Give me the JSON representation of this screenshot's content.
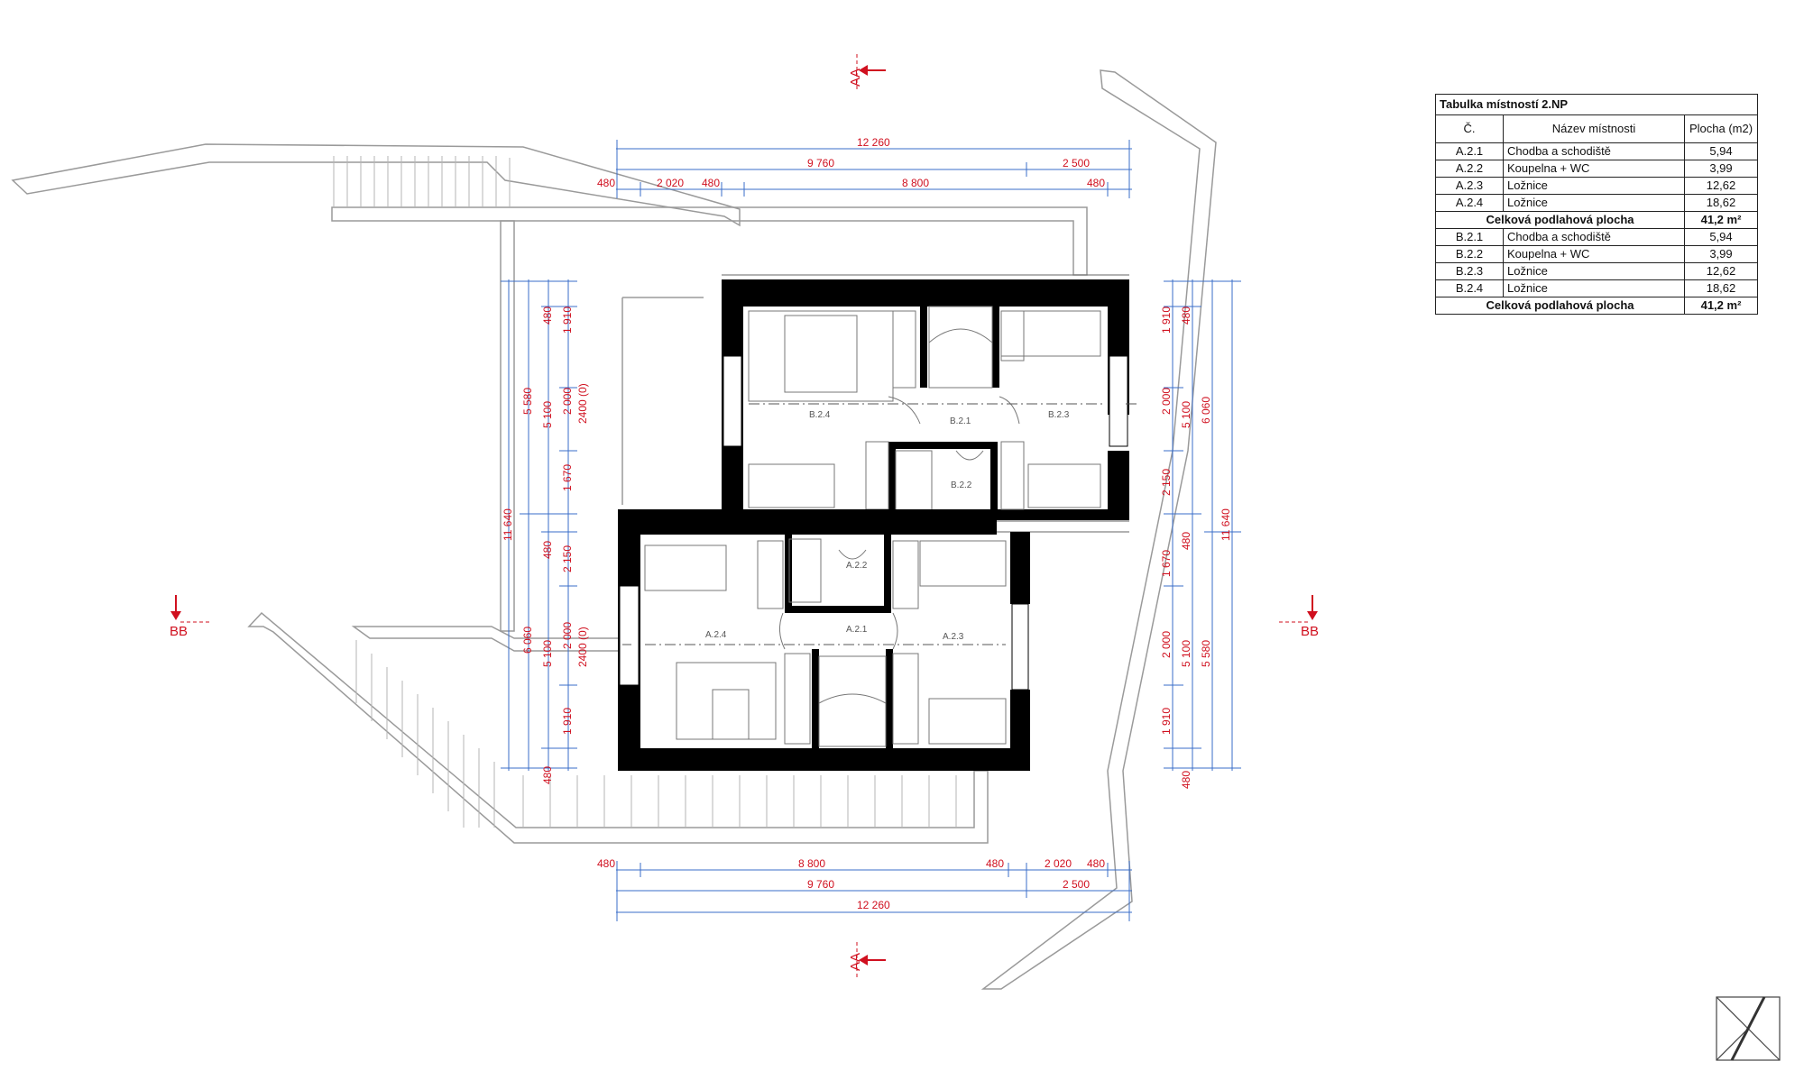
{
  "table": {
    "title": "Tabulka místností 2.NP",
    "headers": {
      "no": "Č.",
      "name": "Název místnosti",
      "area": "Plocha (m2)"
    },
    "groups": [
      {
        "rows": [
          {
            "no": "A.2.1",
            "name": "Chodba a schodiště",
            "area": "5,94"
          },
          {
            "no": "A.2.2",
            "name": "Koupelna + WC",
            "area": "3,99"
          },
          {
            "no": "A.2.3",
            "name": "Ložnice",
            "area": "12,62"
          },
          {
            "no": "A.2.4",
            "name": "Ložnice",
            "area": "18,62"
          }
        ],
        "total_label": "Celková podlahová plocha",
        "total_value": "41,2 m²"
      },
      {
        "rows": [
          {
            "no": "B.2.1",
            "name": "Chodba a schodiště",
            "area": "5,94"
          },
          {
            "no": "B.2.2",
            "name": "Koupelna + WC",
            "area": "3,99"
          },
          {
            "no": "B.2.3",
            "name": "Ložnice",
            "area": "12,62"
          },
          {
            "no": "B.2.4",
            "name": "Ložnice",
            "area": "18,62"
          }
        ],
        "total_label": "Celková podlahová plocha",
        "total_value": "41,2 m²"
      }
    ]
  },
  "rooms": [
    "B.2.4",
    "B.2.1",
    "B.2.3",
    "B.2.2",
    "A.2.2",
    "A.2.4",
    "A.2.1",
    "A.2.3"
  ],
  "section_marks": {
    "aa": "AA",
    "bb": "BB"
  },
  "dims": {
    "top": {
      "total": "12 260",
      "a": "9 760",
      "b": "2 500",
      "c1": "480",
      "c2": "2 020",
      "c3": "480",
      "c4": "8 800",
      "c5": "480"
    },
    "bottom": {
      "c1": "480",
      "c2": "8 800",
      "c3": "480",
      "c4": "2 020",
      "c5": "480",
      "a": "9 760",
      "b": "2 500",
      "total": "12 260"
    },
    "left": {
      "total": "11 640",
      "upper_outer": "5 580",
      "lower_outer": "6 060",
      "upper_mid": "5 100",
      "lower_mid": "5 100",
      "inner": [
        "480",
        "1 910",
        "2 000",
        "1 670",
        "480",
        "2 150",
        "2 000",
        "1 910",
        "480"
      ],
      "opening_upper": "2400 (0)",
      "opening_lower": "2400 (0)"
    },
    "right": {
      "total": "11 640",
      "upper_outer": "6 060",
      "lower_outer": "5 580",
      "upper_mid": "5 100",
      "lower_mid": "5 100",
      "inner": [
        "480",
        "1 910",
        "2 000",
        "2 150",
        "480",
        "1 670",
        "2 000",
        "1 910",
        "480"
      ]
    }
  },
  "colors": {
    "wall": "#000000",
    "dimension_line": "#3a6ec8",
    "dimension_text": "#d0101f",
    "terrain": "#9a9a9a"
  },
  "icons": [
    "north-arrow-icon",
    "section-arrow-icon"
  ]
}
